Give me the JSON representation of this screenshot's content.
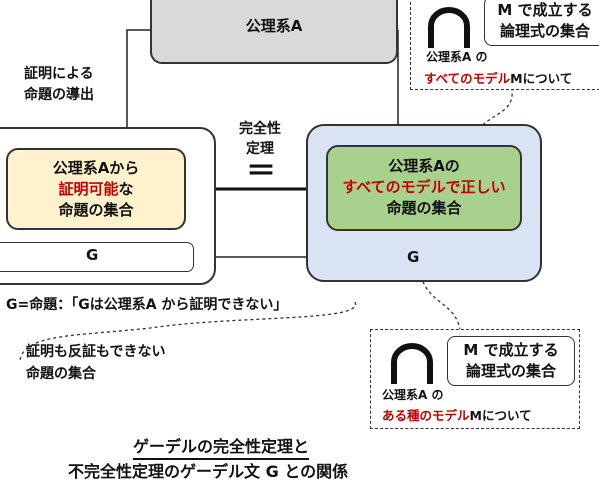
{
  "axiom_top": {
    "label": "公理系A"
  },
  "derivation": {
    "line1": "証明による",
    "line2": "命題の導出"
  },
  "provable_set": {
    "line1": "公理系Aから",
    "line2_red": "証明可能",
    "line2_rest": "な",
    "line3": "命題の集合"
  },
  "theorem": {
    "line1": "完全性",
    "line2": "定理",
    "equals": "＝"
  },
  "true_set": {
    "line1": "公理系Aの",
    "line2_red": "すべてのモデルで正しい",
    "line3": "命題の集合"
  },
  "g_left": "G",
  "g_right": "G",
  "g_definition": "G=命題：「Gは公理系A から証明できない」",
  "undecidable": {
    "line1": "証明も反証もできない",
    "line2": "命題の集合"
  },
  "callout_top": {
    "symbol": "⋂",
    "inner_line1": "M で成立する",
    "inner_line2": "論理式の集合",
    "small_line1": "公理系A の",
    "small_line2_red": "すべてのモデル",
    "small_line2_rest": "Mについて"
  },
  "callout_bottom": {
    "symbol": "⋂",
    "inner_line1": "M で成立する",
    "inner_line2": "論理式の集合",
    "small_line1": "公理系A の",
    "small_line2_red": "ある種のモデル",
    "small_line2_rest": "Mについて"
  },
  "title": {
    "line1": "ゲーデルの完全性定理と",
    "line2": "不完全性定理のゲーデル文 G との関係"
  },
  "colors": {
    "axiom_fill": "#d9d9d9",
    "provable_fill": "#fff2cc",
    "true_fill": "#a9d18e",
    "model_container_fill": "#dae3f3",
    "accent_red": "#c00000"
  }
}
